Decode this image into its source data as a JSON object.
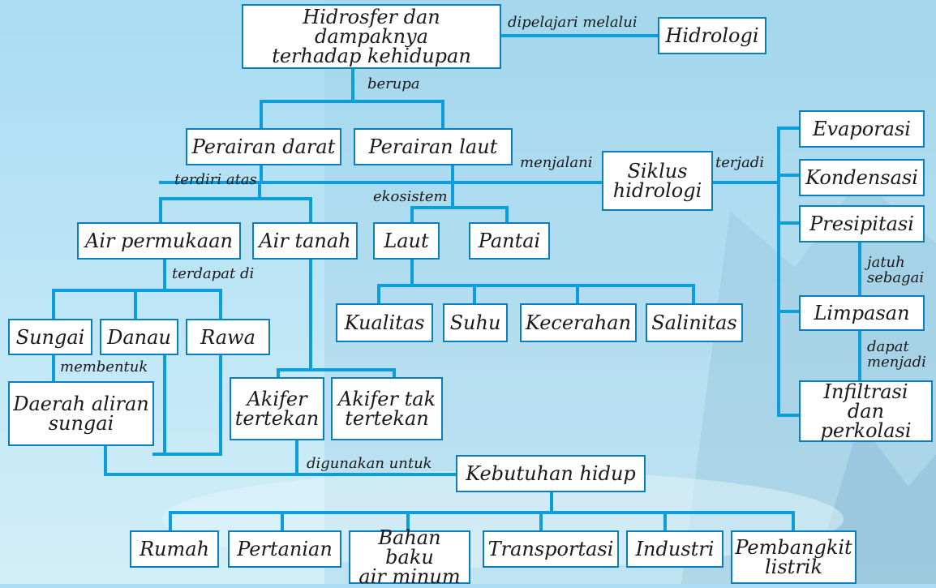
{
  "colors": {
    "box_border": "#0a7fc0",
    "connector": "#0a9fdc",
    "background": "#b8e3f5"
  },
  "nodes": {
    "root": "Hidrosfer dan dampaknya\nterhadap kehidupan",
    "hidrologi": "Hidrologi",
    "perairan_darat": "Perairan darat",
    "perairan_laut": "Perairan laut",
    "siklus": "Siklus\nhidrologi",
    "evaporasi": "Evaporasi",
    "kondensasi": "Kondensasi",
    "presipitasi": "Presipitasi",
    "limpasan": "Limpasan",
    "infiltrasi": "Infiltrasi\ndan perkolasi",
    "air_permukaan": "Air permukaan",
    "air_tanah": "Air tanah",
    "laut": "Laut",
    "pantai": "Pantai",
    "kualitas": "Kualitas",
    "suhu": "Suhu",
    "kecerahan": "Kecerahan",
    "salinitas": "Salinitas",
    "sungai": "Sungai",
    "danau": "Danau",
    "rawa": "Rawa",
    "das": "Daerah aliran\nsungai",
    "akifer_tertekan": "Akifer\ntertekan",
    "akifer_tak": "Akifer tak\ntertekan",
    "kebutuhan": "Kebutuhan hidup",
    "rumah": "Rumah",
    "pertanian": "Pertanian",
    "bahan_baku": "Bahan baku\nair minum",
    "transportasi": "Transportasi",
    "industri": "Industri",
    "pembangkit": "Pembangkit\nlistrik"
  },
  "labels": {
    "dipelajari": "dipelajari melalui",
    "berupa": "berupa",
    "terdiri": "terdiri atas",
    "menjalani": "menjalani",
    "terjadi": "terjadi",
    "ekosistem": "ekosistem",
    "terdapat": "terdapat di",
    "jatuh": "jatuh\nsebagai",
    "dapat": "dapat\nmenjadi",
    "membentuk": "membentuk",
    "digunakan": "digunakan untuk"
  }
}
